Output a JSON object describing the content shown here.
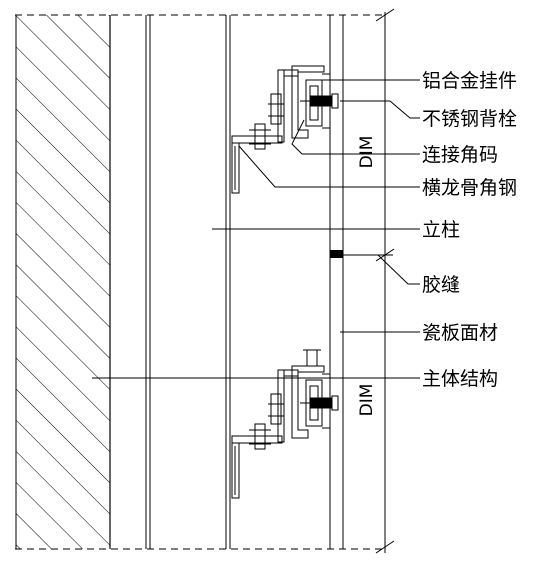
{
  "labels": {
    "aluminum_hanger": "铝合金挂件",
    "stainless_bolt": "不锈钢背栓",
    "connecting_angle": "连接角码",
    "crossbeam_angle_steel": "横龙骨角钢",
    "column": "立柱",
    "glue_joint": "胶缝",
    "ceramic_panel": "瓷板面材",
    "main_structure": "主体结构"
  },
  "dimensions": {
    "upper": "DIM",
    "lower": "DIM"
  }
}
